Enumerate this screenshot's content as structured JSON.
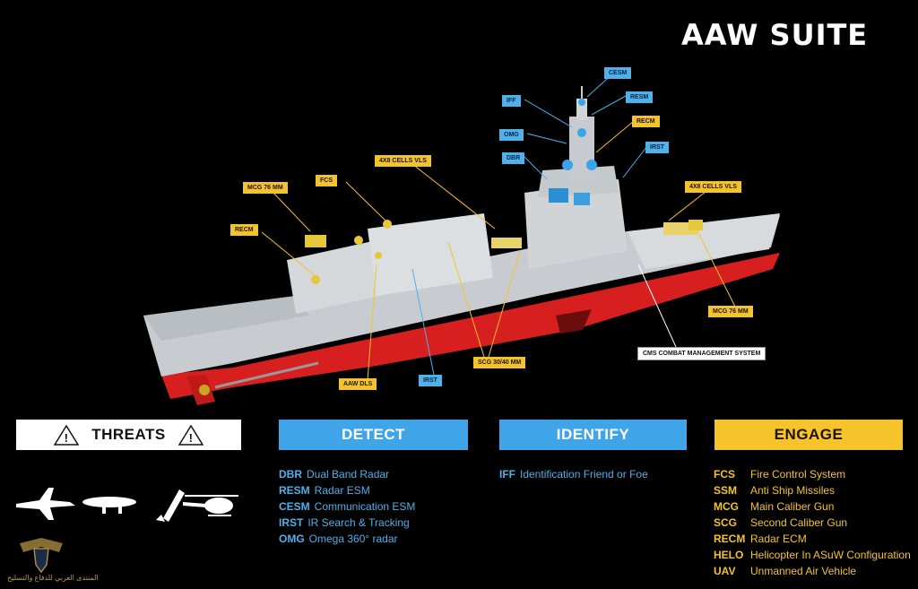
{
  "title": "AAW SUITE",
  "callouts": [
    {
      "id": "cesm",
      "text": "CESM",
      "color": "blue"
    },
    {
      "id": "resm",
      "text": "RESM",
      "color": "blue"
    },
    {
      "id": "iff",
      "text": "IFF",
      "color": "blue"
    },
    {
      "id": "recm_top",
      "text": "RECM",
      "color": "yellow"
    },
    {
      "id": "omg",
      "text": "OMG",
      "color": "blue"
    },
    {
      "id": "irst_top",
      "text": "IRST",
      "color": "blue"
    },
    {
      "id": "dbr",
      "text": "DBR",
      "color": "blue"
    },
    {
      "id": "vls_mid",
      "text": "4X8 CELLS VLS",
      "color": "yellow"
    },
    {
      "id": "fcs",
      "text": "FCS",
      "color": "yellow"
    },
    {
      "id": "vls_fwd",
      "text": "4X8 CELLS VLS",
      "color": "yellow"
    },
    {
      "id": "mcg_aft",
      "text": "MCG 76 MM",
      "color": "yellow"
    },
    {
      "id": "recm_aft",
      "text": "RECM",
      "color": "yellow"
    },
    {
      "id": "mcg_fwd",
      "text": "MCG 76 MM",
      "color": "yellow"
    },
    {
      "id": "cms",
      "text": "CMS COMBAT MANAGEMENT SYSTEM",
      "color": "white"
    },
    {
      "id": "scg",
      "text": "SCG 30/40 MM",
      "color": "yellow"
    },
    {
      "id": "irst_low",
      "text": "IRST",
      "color": "blue"
    },
    {
      "id": "aaw_dls",
      "text": "AAW DLS",
      "color": "yellow"
    }
  ],
  "sections": {
    "threats": "THREATS",
    "detect": "DETECT",
    "identify": "IDENTIFY",
    "engage": "ENGAGE"
  },
  "detect_items": [
    {
      "abbr": "DBR",
      "desc": "Dual Band Radar"
    },
    {
      "abbr": "RESM",
      "desc": "Radar ESM"
    },
    {
      "abbr": "CESM",
      "desc": "Communication ESM"
    },
    {
      "abbr": "IRST",
      "desc": "IR Search & Tracking"
    },
    {
      "abbr": "OMG",
      "desc": "Omega 360° radar"
    }
  ],
  "identify_items": [
    {
      "abbr": "IFF",
      "desc": "Identification Friend or Foe"
    }
  ],
  "engage_items": [
    {
      "abbr": "FCS",
      "desc": "Fire Control System"
    },
    {
      "abbr": "SSM",
      "desc": "Anti Ship Missiles"
    },
    {
      "abbr": "MCG",
      "desc": "Main Caliber Gun"
    },
    {
      "abbr": "SCG",
      "desc": "Second Caliber Gun"
    },
    {
      "abbr": "RECM",
      "desc": "Radar ECM"
    },
    {
      "abbr": "HELO",
      "desc": "Helicopter In ASuW Configuration"
    },
    {
      "abbr": "UAV",
      "desc": "Unmanned Air Vehicle"
    }
  ],
  "threat_icons": [
    "fighter-jet-icon",
    "drone-icon",
    "missile-icon",
    "helicopter-icon"
  ],
  "colors": {
    "blue": "#3fa4e8",
    "yellow": "#f5c32b",
    "hull_red": "#d92020",
    "hull_grey": "#c9cdd0"
  },
  "watermark": "المنتدى العربي للدفاع والتسليح"
}
